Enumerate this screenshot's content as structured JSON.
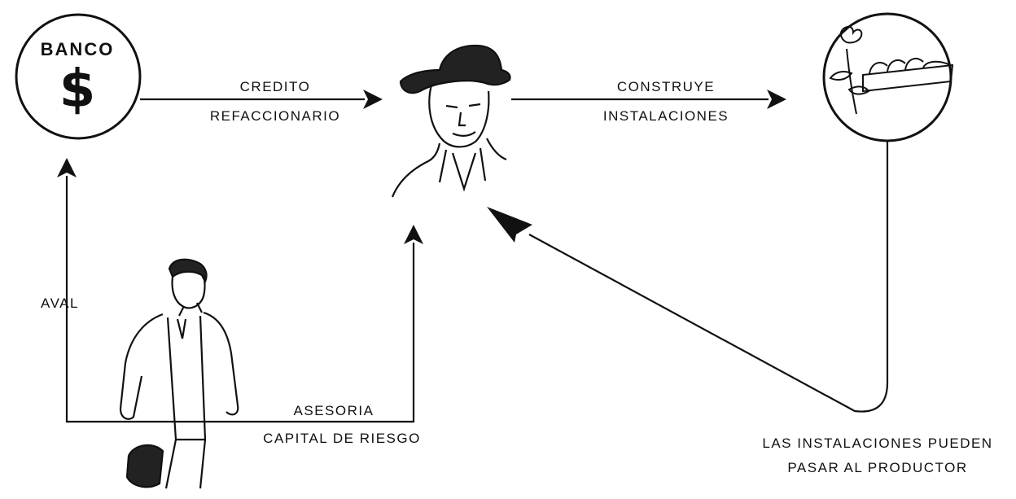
{
  "bank": {
    "title": "BANCO",
    "symbol": "$"
  },
  "labels": {
    "credit_line1": "CREDITO",
    "credit_line2": "REFACCIONARIO",
    "builds_line1": "CONSTRUYE",
    "builds_line2": "INSTALACIONES",
    "aval": "AVAL",
    "advice_line1": "ASESORIA",
    "advice_line2": "CAPITAL DE RIESGO",
    "transfer_line1": "LAS INSTALACIONES PUEDEN",
    "transfer_line2": "PASAR AL PRODUCTOR"
  }
}
